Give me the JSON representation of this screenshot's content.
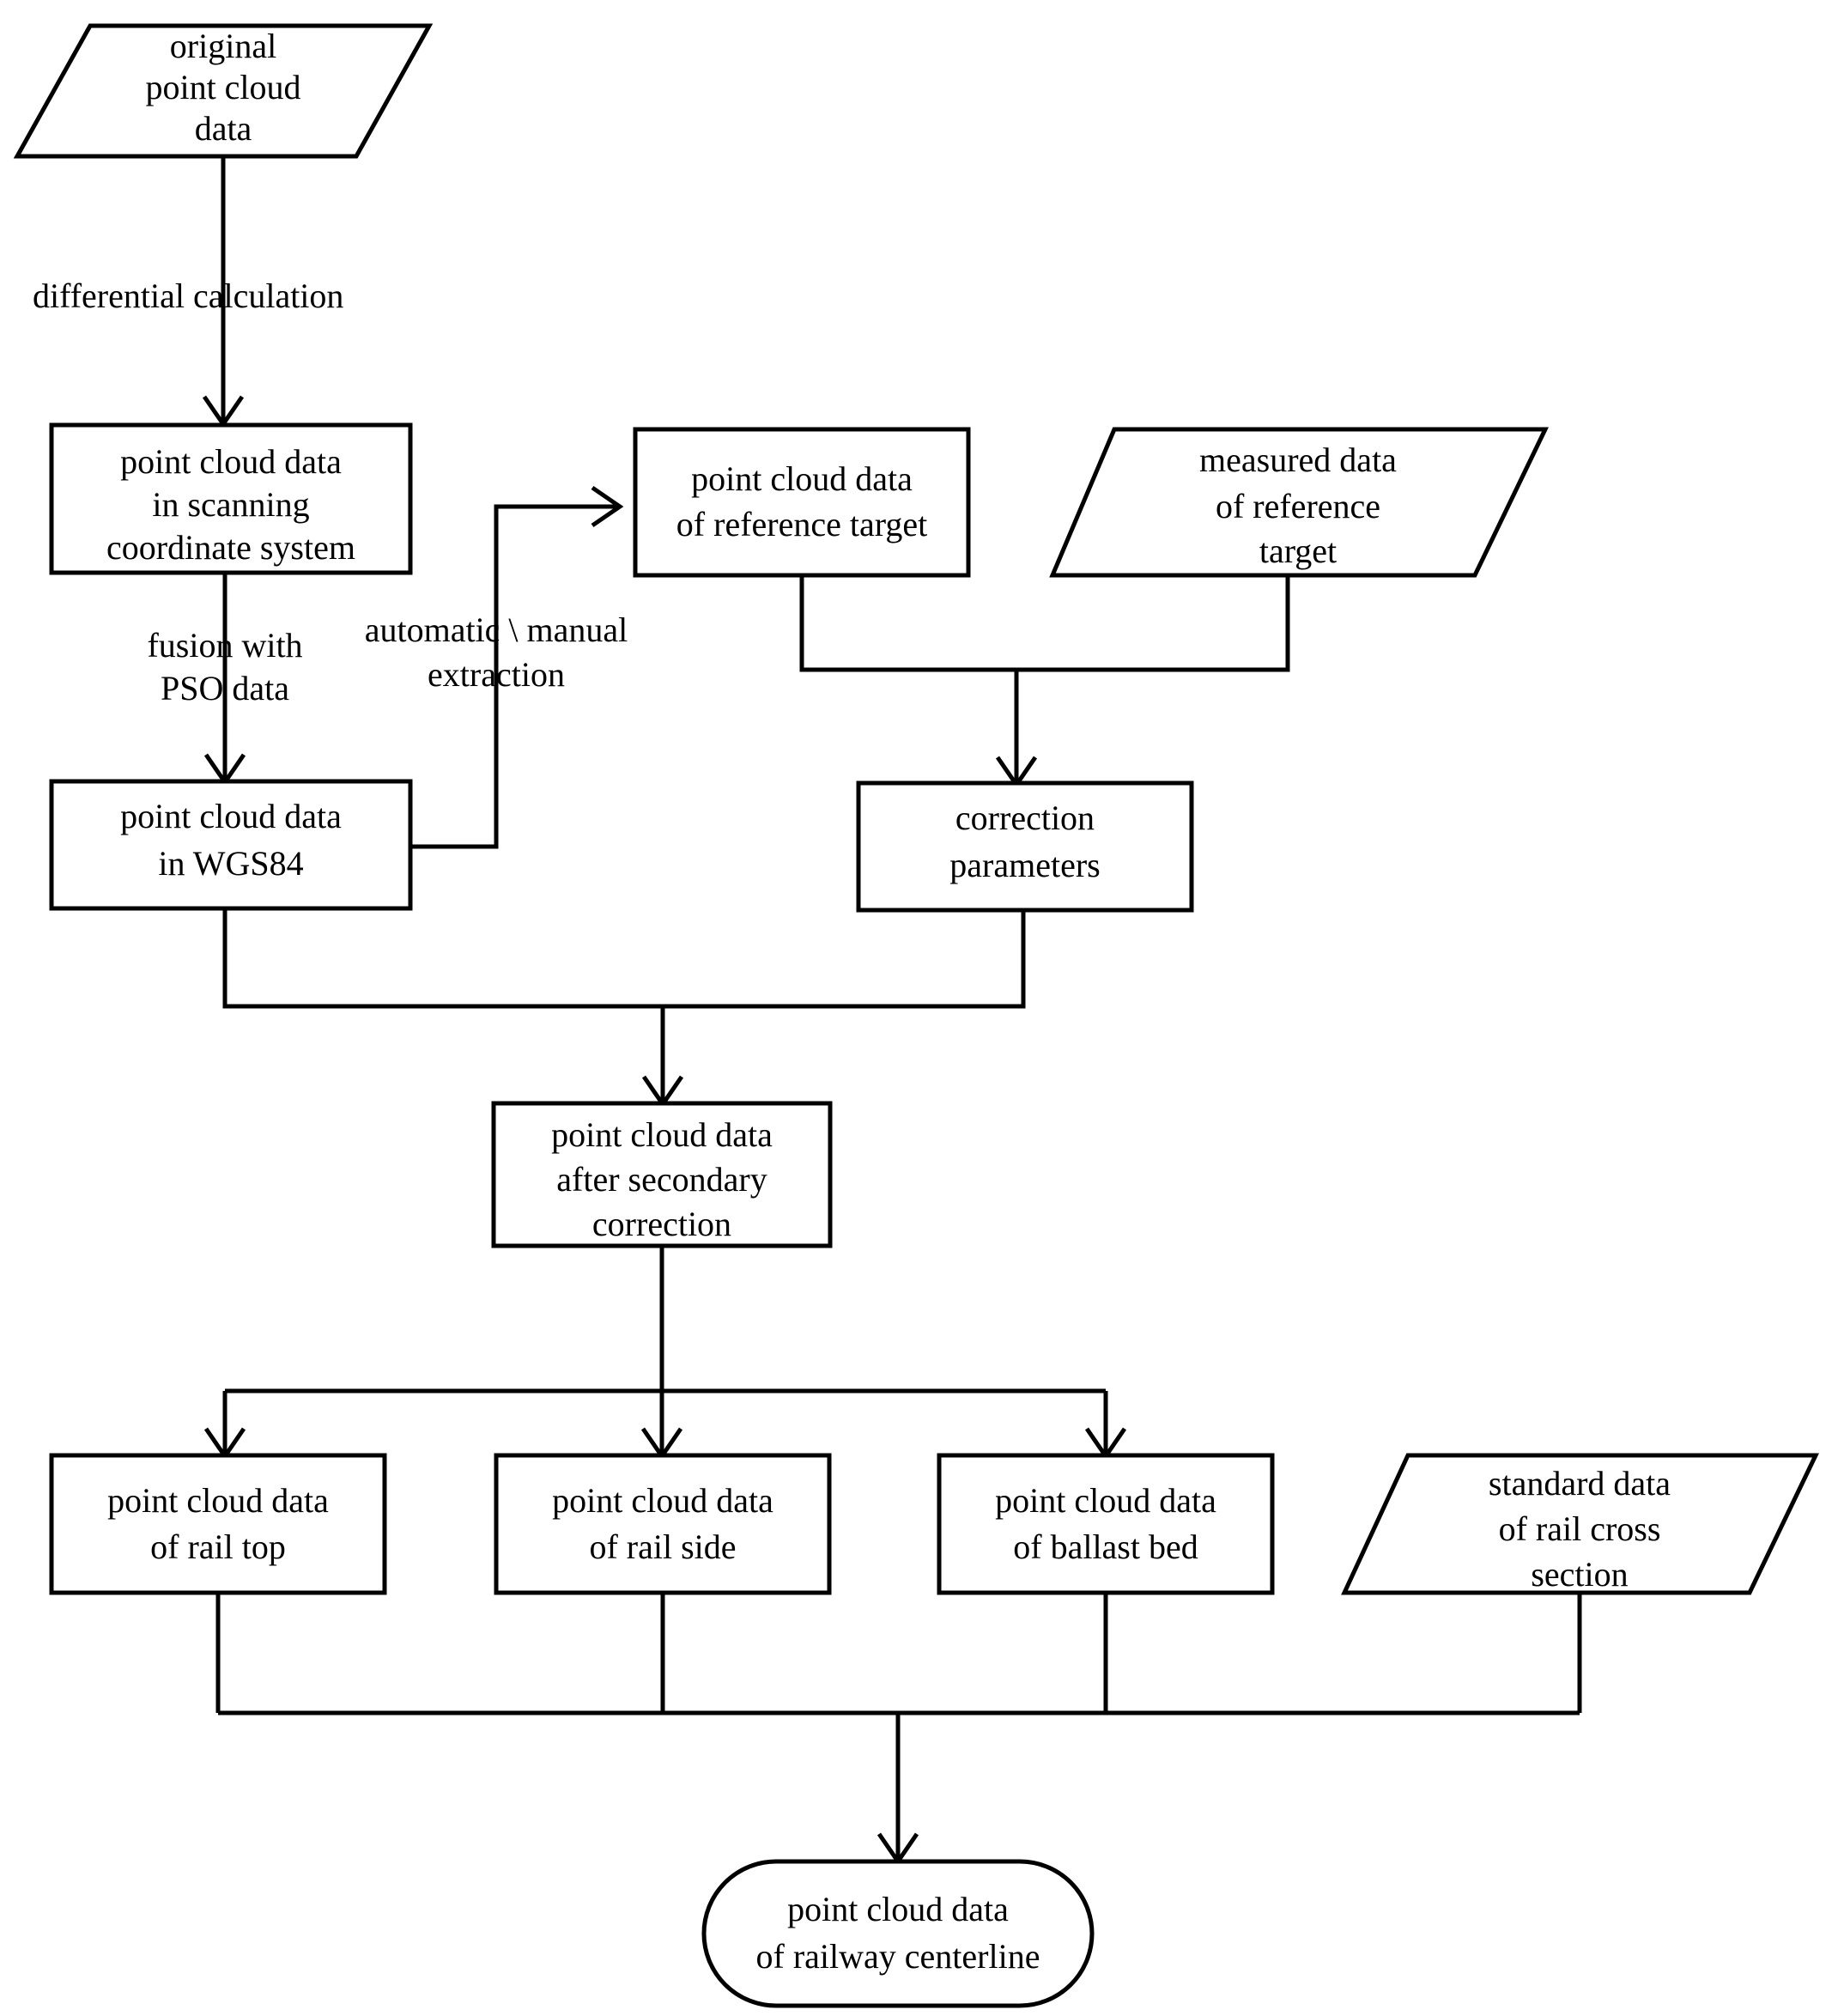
{
  "diagram": {
    "title": "point cloud data processing flowchart",
    "colors": {
      "stroke": "#000000",
      "fill": "#ffffff",
      "text": "#000000"
    },
    "nodes": {
      "original_data": {
        "shape": "parallelogram",
        "lines": [
          "original",
          "point cloud",
          "data"
        ]
      },
      "scanning_cs": {
        "shape": "rectangle",
        "lines": [
          "point cloud data",
          "in scanning",
          "coordinate system"
        ]
      },
      "reference_target_pc": {
        "shape": "rectangle",
        "lines": [
          "point cloud data",
          "of reference target"
        ]
      },
      "measured_reference": {
        "shape": "parallelogram",
        "lines": [
          "measured data",
          "of reference",
          "target"
        ]
      },
      "wgs84": {
        "shape": "rectangle",
        "lines": [
          "point cloud data",
          "in WGS84"
        ]
      },
      "correction_parameters": {
        "shape": "rectangle",
        "lines": [
          "correction",
          "parameters"
        ]
      },
      "secondary_correction": {
        "shape": "rectangle",
        "lines": [
          "point cloud data",
          "after secondary",
          "correction"
        ]
      },
      "rail_top": {
        "shape": "rectangle",
        "lines": [
          "point cloud data",
          "of rail top"
        ]
      },
      "rail_side": {
        "shape": "rectangle",
        "lines": [
          "point cloud data",
          "of rail side"
        ]
      },
      "ballast_bed": {
        "shape": "rectangle",
        "lines": [
          "point cloud data",
          "of ballast bed"
        ]
      },
      "standard_cross_section": {
        "shape": "parallelogram",
        "lines": [
          "standard data",
          "of rail cross",
          "section"
        ]
      },
      "railway_centerline": {
        "shape": "rounded-rectangle",
        "lines": [
          "point cloud data",
          "of  railway centerline"
        ]
      }
    },
    "edge_labels": {
      "differential_calculation": {
        "lines": [
          "differential calculation"
        ]
      },
      "fusion_pso": {
        "lines": [
          "fusion with",
          "PSO data"
        ]
      },
      "automatic_manual_extraction": {
        "lines": [
          "automatic \\ manual",
          "extraction"
        ]
      }
    }
  }
}
